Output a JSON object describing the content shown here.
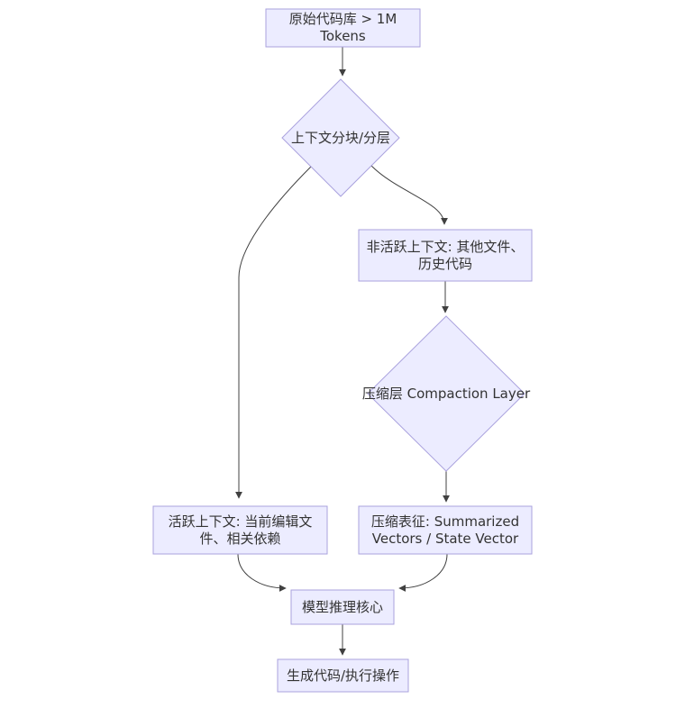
{
  "diagram": {
    "type": "flowchart",
    "direction": "top-down",
    "colors": {
      "background": "#ffffff",
      "node_fill": "#ececff",
      "node_border": "#aaa2de",
      "edge_color": "#404040",
      "text_color": "#333333"
    },
    "nodes": {
      "source": {
        "shape": "rect",
        "label": "原始代码库 > 1M Tokens"
      },
      "split": {
        "shape": "diamond",
        "label": "上下文分块/分层"
      },
      "inactive": {
        "shape": "rect",
        "label": "非活跃上下文: 其他文件、\n历史代码"
      },
      "compaction": {
        "shape": "diamond",
        "label": "压缩层 Compaction Layer"
      },
      "active": {
        "shape": "rect",
        "label": "活跃上下文: 当前编辑文\n件、相关依赖"
      },
      "compressed": {
        "shape": "rect",
        "label": "压缩表征: Summarized\nVectors / State Vector"
      },
      "core": {
        "shape": "rect",
        "label": "模型推理核心"
      },
      "output": {
        "shape": "rect",
        "label": "生成代码/执行操作"
      }
    },
    "edges": [
      {
        "from": "source",
        "to": "split"
      },
      {
        "from": "split",
        "to": "inactive"
      },
      {
        "from": "split",
        "to": "active"
      },
      {
        "from": "inactive",
        "to": "compaction"
      },
      {
        "from": "compaction",
        "to": "compressed"
      },
      {
        "from": "active",
        "to": "core"
      },
      {
        "from": "compressed",
        "to": "core"
      },
      {
        "from": "core",
        "to": "output"
      }
    ]
  }
}
